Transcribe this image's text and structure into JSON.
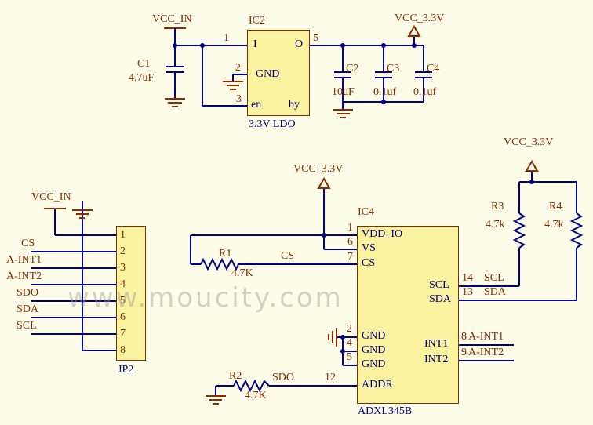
{
  "watermark": "www.moucity.com",
  "colors": {
    "background": "#FCFCE8",
    "component_fill": "#FBF2A0",
    "component_border": "#8C2B00",
    "wire": "#00008B",
    "label_text": "#8C2B00",
    "pin_name_text": "#00007F",
    "watermark": "#9E9E9E"
  },
  "ldo": {
    "vcc_in_label": "VCC_IN",
    "vcc_33_label": "VCC_3.3V",
    "designator": "IC2",
    "type_label": "3.3V LDO",
    "pin_in_num": "1",
    "pin_in_name": "I",
    "pin_out_num": "5",
    "pin_out_name": "O",
    "pin_gnd_num": "2",
    "pin_gnd_name": "GND",
    "pin_en_num": "3",
    "pin_en_name": "en",
    "pin_by_name": "by",
    "c1_ref": "C1",
    "c1_val": "4.7uF",
    "c2_ref": "C2",
    "c2_val": "10uF",
    "c3_ref": "C3",
    "c3_val": "0.1uf",
    "c4_ref": "C4",
    "c4_val": "0.1uf"
  },
  "jp2": {
    "vcc_in_label": "VCC_IN",
    "designator": "JP2",
    "pins": [
      "1",
      "2",
      "3",
      "4",
      "5",
      "6",
      "7",
      "8"
    ],
    "nets": [
      "CS",
      "A-INT1",
      "A-INT2",
      "SDO",
      "SDA",
      "SCL"
    ]
  },
  "ic4": {
    "vcc_33_label": "VCC_3.3V",
    "designator": "IC4",
    "type_label": "ADXL345B",
    "pin1_num": "1",
    "pin1_name": "VDD_IO",
    "pin6_num": "6",
    "pin6_name": "VS",
    "pin7_num": "7",
    "pin7_name": "CS",
    "cs_net": "CS",
    "pin2_num": "2",
    "pin4_num": "4",
    "pin5_num": "5",
    "gnd_name": "GND",
    "pin12_num": "12",
    "pin12_name": "ADDR",
    "sdo_net": "SDO",
    "pin14_num": "14",
    "pin14_name": "SCL",
    "scl_net": "SCL",
    "pin13_num": "13",
    "pin13_name": "SDA",
    "sda_net": "SDA",
    "pin8_num": "8",
    "pin8_name": "INT1",
    "int1_net": "A-INT1",
    "pin9_num": "9",
    "pin9_name": "INT2",
    "int2_net": "A-INT2",
    "r1_ref": "R1",
    "r1_val": "4.7K",
    "r2_ref": "R2",
    "r2_val": "4.7K"
  },
  "pullups": {
    "vcc_33_label": "VCC_3.3V",
    "r3_ref": "R3",
    "r3_val": "4.7k",
    "r4_ref": "R4",
    "r4_val": "4.7k"
  }
}
